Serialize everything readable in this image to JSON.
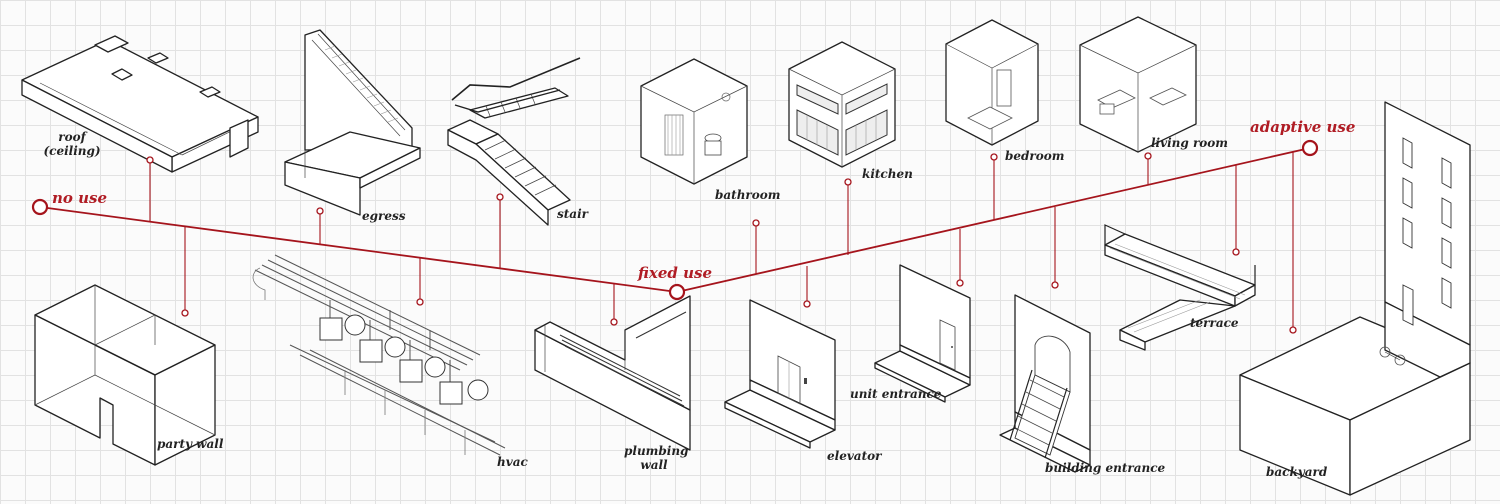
{
  "axis": {
    "start_label": "no use",
    "middle_label": "fixed use",
    "end_label": "adaptive use",
    "color": "#a5141c"
  },
  "components": {
    "roof": {
      "label_line1": "roof",
      "label_line2": "(ceiling)"
    },
    "egress": {
      "label": "egress"
    },
    "stair": {
      "label": "stair"
    },
    "bathroom": {
      "label": "bathroom"
    },
    "kitchen": {
      "label": "kitchen"
    },
    "bedroom": {
      "label": "bedroom"
    },
    "living_room": {
      "label": "living room"
    },
    "party_wall": {
      "label": "party wall"
    },
    "hvac": {
      "label": "hvac"
    },
    "plumbing_wall": {
      "label_line1": "plumbing",
      "label_line2": "wall"
    },
    "elevator": {
      "label": "elevator"
    },
    "unit_entrance": {
      "label": "unit entrance"
    },
    "building_entrance": {
      "label": "building entrance"
    },
    "terrace": {
      "label": "terrace"
    },
    "backyard": {
      "label": "backyard"
    }
  }
}
